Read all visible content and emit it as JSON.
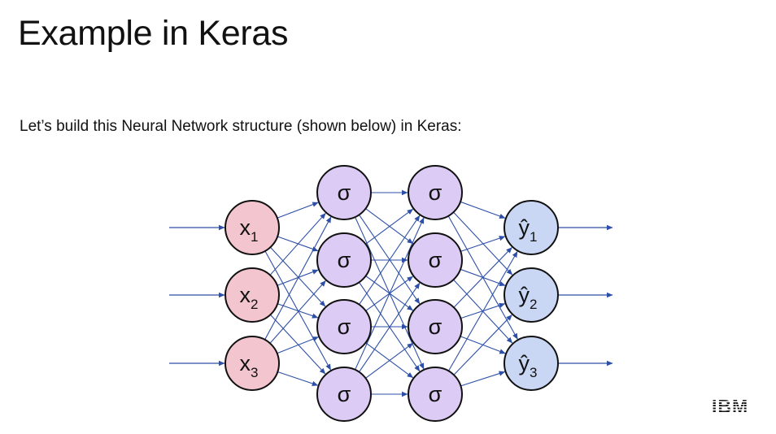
{
  "slide": {
    "title": "Example in Keras",
    "subtitle": "Let’s build this Neural Network structure (shown below) in Keras:"
  },
  "network": {
    "input_nodes": [
      {
        "var": "x",
        "sub": "1"
      },
      {
        "var": "x",
        "sub": "2"
      },
      {
        "var": "x",
        "sub": "3"
      }
    ],
    "hidden_layers": [
      {
        "nodes": [
          "σ",
          "σ",
          "σ",
          "σ"
        ]
      },
      {
        "nodes": [
          "σ",
          "σ",
          "σ",
          "σ"
        ]
      }
    ],
    "output_nodes": [
      {
        "var": "ŷ",
        "sub": "1"
      },
      {
        "var": "ŷ",
        "sub": "2"
      },
      {
        "var": "ŷ",
        "sub": "3"
      }
    ],
    "colors": {
      "input_fill": "#f3c5cf",
      "hidden_fill": "#dccbf4",
      "output_fill": "#c9d7f5",
      "node_stroke": "#111111",
      "edge": "#2d4fa7"
    }
  },
  "logo": {
    "text": "IBM"
  }
}
